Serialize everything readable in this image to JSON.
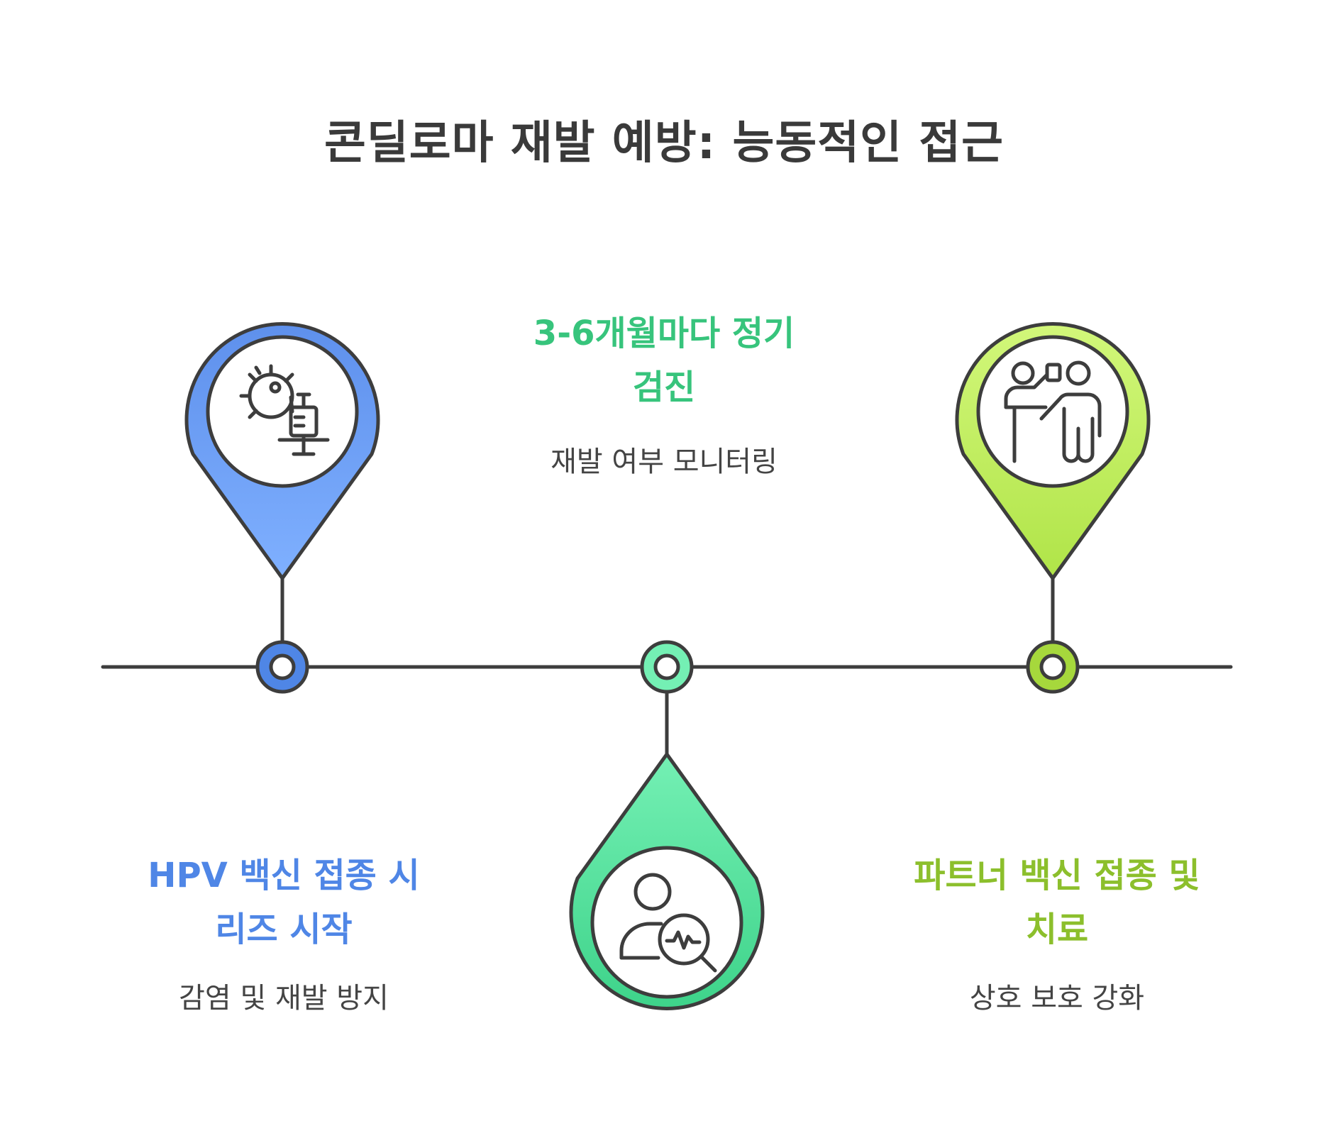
{
  "title": "콘딜로마 재발 예방: 능동적인 접근",
  "steps": [
    {
      "heading": "HPV 백신 접종 시\n리즈 시작",
      "description": "감염 및 재발 방지",
      "color": "#4f86e6",
      "icon": "virus-vaccine-syringe-icon"
    },
    {
      "heading": "3-6개월마다 정기\n검진",
      "description": "재발 여부 모니터링",
      "color": "#37c47c",
      "icon": "patient-health-monitoring-icon"
    },
    {
      "heading": "파트너 백신 접종 및\n치료",
      "description": "상호 보호 강화",
      "color": "#8cbf2c",
      "icon": "doctor-patient-consultation-icon"
    }
  ],
  "colors": {
    "outline": "#3d3d3d",
    "pin_blue_top": "#5e90ec",
    "pin_blue_bottom": "#7fb0ff",
    "pin_green_top": "#74f0b4",
    "pin_green_bottom": "#3ed38a",
    "pin_lime_top": "#d2f77a",
    "pin_lime_bottom": "#b0e448"
  }
}
